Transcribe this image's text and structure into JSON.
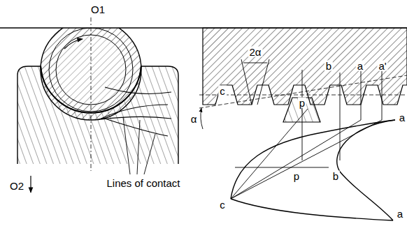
{
  "diagram": {
    "labels": [
      "O1",
      "2α",
      "b",
      "a",
      "a'",
      "c",
      "p",
      "α",
      "Lines of contact",
      "O2",
      "a",
      "p",
      "b",
      "c",
      "a"
    ]
  }
}
